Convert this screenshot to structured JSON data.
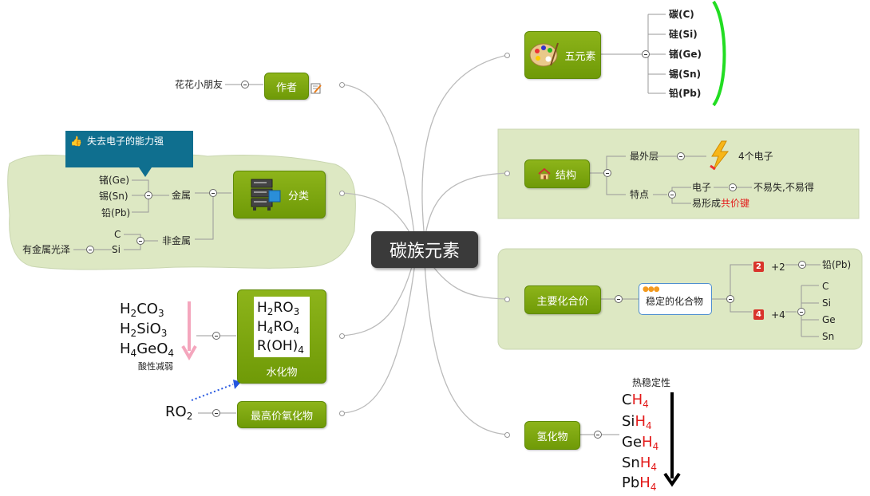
{
  "central": "碳族元素",
  "author": {
    "label": "作者",
    "value": "花花小朋友"
  },
  "classification": {
    "label": "分类",
    "callout": "失去电子的能力强",
    "metal": {
      "label": "金属",
      "items": [
        "锗(Ge)",
        "锡(Sn)",
        "铅(Pb)"
      ]
    },
    "nonmetal": {
      "label": "非金属",
      "items": [
        "C",
        "Si"
      ],
      "note": "有金属光泽"
    }
  },
  "hydrate": {
    "label": "水化物",
    "formulas": [
      "H2RO3",
      "H4RO4",
      "R(OH)4"
    ],
    "acids": [
      "H2CO3",
      "H2SiO3",
      "H4GeO4"
    ],
    "acid_note": "酸性减弱"
  },
  "oxide": {
    "label": "最高价氧化物",
    "formula": "RO2"
  },
  "five_elements": {
    "label": "五元素",
    "items": [
      "碳(C)",
      "硅(Si)",
      "锗(Ge)",
      "锡(Sn)",
      "铅(Pb)"
    ]
  },
  "structure": {
    "label": "结构",
    "outer_layer": "最外层",
    "electrons": "4个电子",
    "feature": "特点",
    "electron": "电子",
    "electron_note": "不易失,不易得",
    "bond_prefix": "易形成",
    "bond": "共价键"
  },
  "valence": {
    "label": "主要化合价",
    "stable": "稳定的化合物",
    "plus2": {
      "badge": "2",
      "label": "+2",
      "item": "铅(Pb)"
    },
    "plus4": {
      "badge": "4",
      "label": "+4",
      "items": [
        "C",
        "Si",
        "Ge",
        "Sn"
      ]
    }
  },
  "hydride": {
    "label": "氢化物",
    "stability": "热稳定性",
    "formulas": [
      {
        "el": "C",
        "h": "H",
        "n": "4"
      },
      {
        "el": "Si",
        "h": "H",
        "n": "4"
      },
      {
        "el": "Ge",
        "h": "H",
        "n": "4"
      },
      {
        "el": "Sn",
        "h": "H",
        "n": "4"
      },
      {
        "el": "Pb",
        "h": "H",
        "n": "4"
      }
    ]
  },
  "colors": {
    "node": "#7aa70f",
    "central": "#3a3a3a",
    "boundary": "#dde8c3",
    "callout": "#0f6f8f",
    "accent_red": "#e31a1a",
    "bracket": "#22dd22"
  }
}
